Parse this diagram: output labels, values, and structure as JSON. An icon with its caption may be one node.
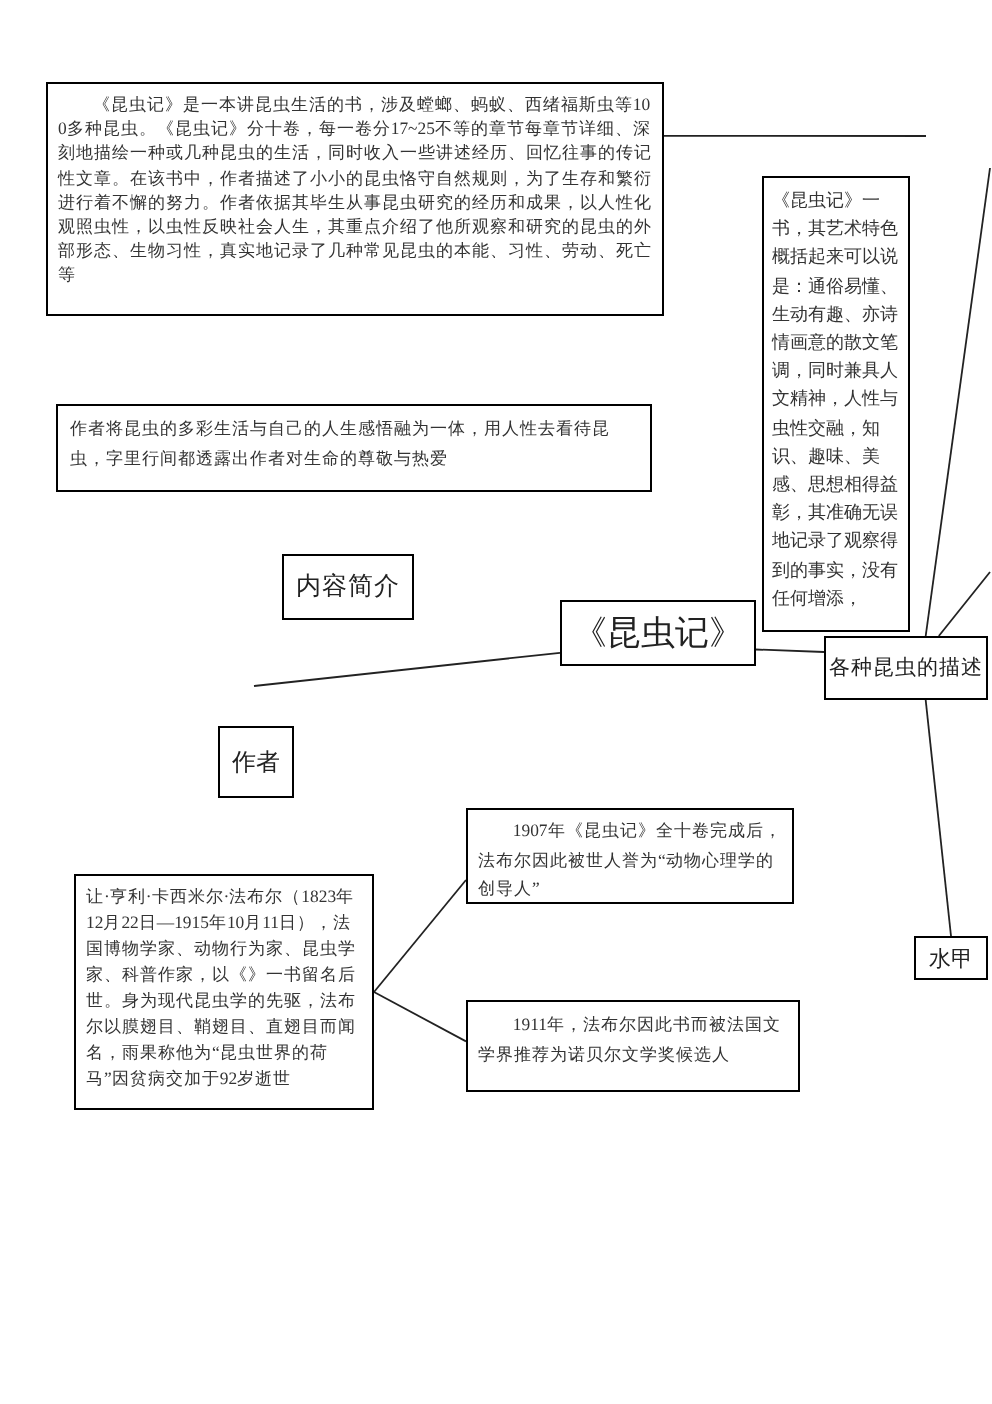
{
  "diagram": {
    "nodes": [
      {
        "text": [
          "《昆虫记》是一本讲昆虫生活的书，涉及螳螂、蚂蚁、西绪福斯虫等100多种昆虫。《昆虫记》分十卷，每一卷分17~25不等的章节每章节详细、深刻地描绘一种或几种昆虫的生活，同时收入一些讲述经历、回忆往事的传记性文章。在该书中，作者描述了小小的昆虫恪守自然规则，为了生存和繁衍进行着不懈的努力。作者依据其毕生从事昆虫研究的经历和成果，以人性化观照虫性，以虫性反映社会人生，其重点介绍了他所观察和研究的昆虫的外部形态、生物习性，真实地记录了几种常见昆虫的本能、习性、劳动、死亡等"
        ]
      },
      {
        "text": [
          "《昆虫记》一书，其艺术特色概括起来可以说是：通俗易懂、生动有趣、亦诗情画意的散文笔调，同时兼具人文精神，人性与虫性交融，知识、趣味、美感、思想相得益彰，其准确无误地记录了观察得到的事实，没有任何增添，"
        ]
      },
      {
        "text": [
          "作者将昆虫的多彩生活与自己的人生感悟融为一体，用人性去看待昆虫，字里行间都透露出作者对生命的尊敬与热爱"
        ]
      },
      {
        "text": [
          "内容简介"
        ]
      },
      {
        "text": [
          "《昆虫记》"
        ]
      },
      {
        "text": [
          "各种昆虫的描述"
        ]
      },
      {
        "text": [
          "作者"
        ]
      },
      {
        "text": [
          "让·亨利·卡西米尔·法布尔（1823年12月22日—1915年10月11日），法国博物学家、动物行为家、昆虫学家、科普作家，以《》一书留名后世。身为现代昆虫学的先驱，法布尔以膜翅目、鞘翅目、直翅目而闻名，雨果称他为“昆虫世界的荷马”因贫病交加于92岁逝世"
        ]
      },
      {
        "text": [
          "1907年《昆虫记》全十卷完成后，法布尔因此被世人誉为“动物心理学的创导人”"
        ]
      },
      {
        "text": [
          "1911年，法布尔因此书而被法国文学界推荐为诺贝尔文学奖候选人"
        ]
      },
      {
        "text": [
          "水甲"
        ]
      }
    ],
    "edges": [
      {
        "from": 0,
        "to": null,
        "arrow": "none"
      },
      {
        "from": 4,
        "to": 5,
        "arrow": "none"
      },
      {
        "from": 5,
        "to": null,
        "arrow": "none"
      },
      {
        "from": 5,
        "to": null,
        "arrow": "none"
      },
      {
        "from": 4,
        "to": null,
        "arrow": "none"
      },
      {
        "from": 5,
        "to": 10,
        "arrow": "none"
      },
      {
        "from": 7,
        "to": 8,
        "arrow": "none"
      },
      {
        "from": 7,
        "to": 9,
        "arrow": "none"
      }
    ]
  }
}
